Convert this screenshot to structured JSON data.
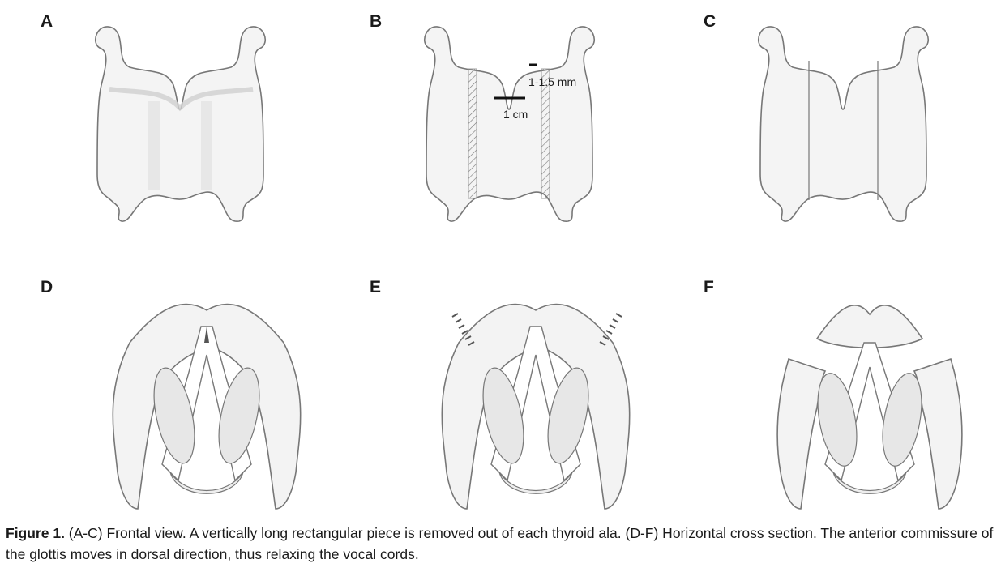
{
  "panels": [
    {
      "id": "A",
      "label": "A",
      "view": "frontal",
      "variant": "intact"
    },
    {
      "id": "B",
      "label": "B",
      "view": "frontal",
      "variant": "marked-cuts"
    },
    {
      "id": "C",
      "label": "C",
      "view": "frontal",
      "variant": "pieces-removed"
    },
    {
      "id": "D",
      "label": "D",
      "view": "horizontal-cross-section",
      "variant": "intact"
    },
    {
      "id": "E",
      "label": "E",
      "view": "horizontal-cross-section",
      "variant": "marked-cuts"
    },
    {
      "id": "F",
      "label": "F",
      "view": "horizontal-cross-section",
      "variant": "pieces-removed"
    }
  ],
  "measurements": {
    "width_label": "1 cm",
    "height_label": "1-1.5 mm"
  },
  "caption": {
    "lead": "Figure 1.",
    "text": " (A-C) Frontal view. A vertically long rectangular piece is removed out of each thyroid ala. (D-F) Horizontal cross section. The anterior commissure of the glottis moves in dorsal direction, thus relaxing the vocal cords."
  },
  "colors": {
    "outline": "#777777",
    "shading": "#dcdcdc",
    "hatching": "#555555",
    "text": "#1a1a1a"
  }
}
